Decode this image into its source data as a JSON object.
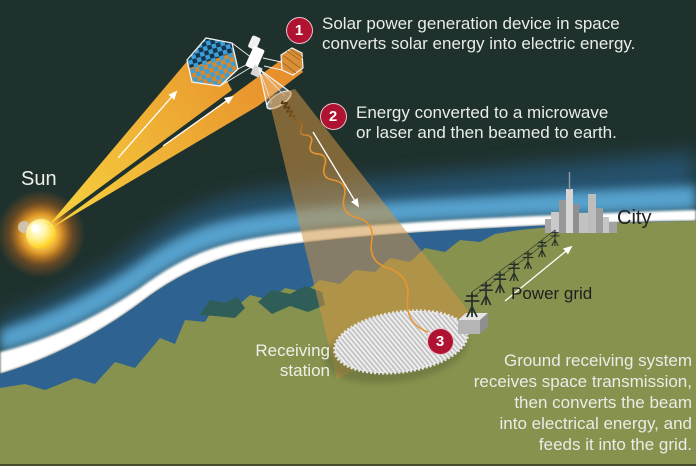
{
  "labels": {
    "sun": "Sun",
    "city": "City",
    "power_grid": "Power grid",
    "receiving_station_lines": [
      "Receiving",
      "station"
    ]
  },
  "steps": [
    {
      "number": "1",
      "lines": [
        "Solar power generation device in space",
        "converts solar energy into electric energy."
      ]
    },
    {
      "number": "2",
      "lines": [
        "Energy converted to a microwave",
        "or laser and then beamed to earth."
      ]
    },
    {
      "number": "3",
      "lines": [
        "Ground receiving system",
        "receives space transmission,",
        "then converts the beam",
        "into electrical energy, and",
        "feeds it into the grid."
      ]
    }
  ],
  "colors": {
    "space_background": "#1f312d",
    "land_green": "#87924e",
    "ocean_blue": "#2e6290",
    "atmosphere_blue": "#5fb0e0",
    "badge_red": "#b01232",
    "sunbeam_yellow": "#f6cf3e",
    "sunbeam_orange": "#e8912c",
    "microwave_beam": "rgba(205,148,70,0.55)",
    "wave_orange": "#e8952f",
    "dark_water": "#2f5e58"
  },
  "icons": {
    "sun-icon": "glowing yellow sphere",
    "satellite-icon": "hexagonal solar panels with transmitter cone",
    "microwave-wave-icon": "expanding sine wave",
    "receiving-array-icon": "striped elliptical collector field",
    "city-skyline-icon": "gray building silhouettes",
    "power-pylon-icon": "transmission towers with wires",
    "arrow-icon": "white direction arrow"
  }
}
